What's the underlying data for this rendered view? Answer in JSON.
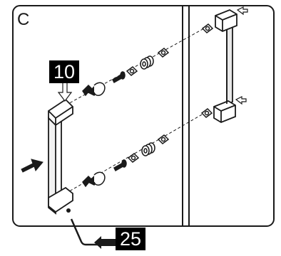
{
  "step_label": "C",
  "callouts": {
    "handle_part_number": "10",
    "hex_key_part_number": "25"
  },
  "colors": {
    "line": "#1a1a1a",
    "badge_background": "#000000",
    "badge_text": "#ffffff",
    "panel_background": "#ffffff"
  }
}
